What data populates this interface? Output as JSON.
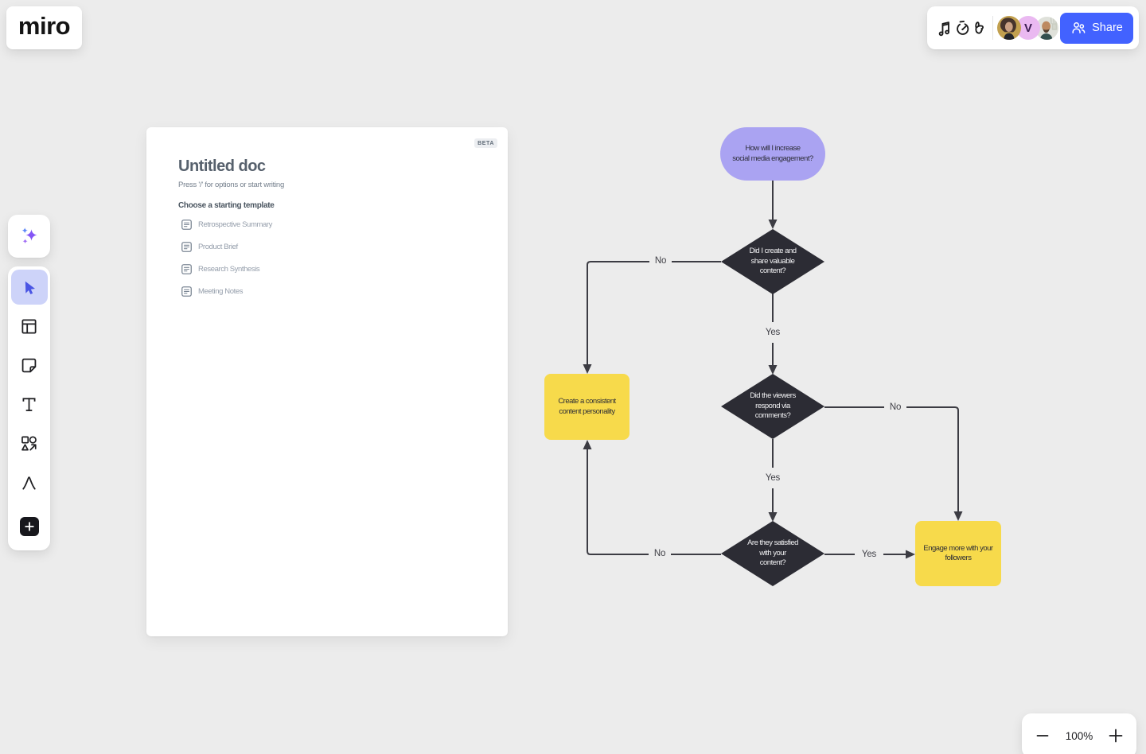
{
  "colors": {
    "canvas": "#ececec",
    "accent_blue": "#4262ff",
    "node_purple": "#aaa3f2",
    "node_dark": "#2c2c34",
    "node_yellow": "#f7da4b",
    "connector": "#3c3c43"
  },
  "header": {
    "logo": "miro",
    "doodle_icons": [
      "music-note",
      "timer",
      "thumbs-up"
    ],
    "collaborators": [
      {
        "type": "photo",
        "description": "woman with curly hair"
      },
      {
        "type": "initial",
        "initial": "V"
      },
      {
        "type": "photo",
        "description": "man with beard"
      }
    ],
    "share_button": "Share"
  },
  "toolbar": {
    "items": [
      "ai-assistant",
      "select",
      "frames",
      "sticky-note",
      "text",
      "shapes",
      "pen",
      "add-more"
    ],
    "active_item": "select"
  },
  "doc_panel": {
    "badge": "BETA",
    "title": "Untitled doc",
    "hint": "Press '/' for options or start writing",
    "templates_heading": "Choose a starting template",
    "templates": [
      {
        "label": "Retrospective Summary"
      },
      {
        "label": "Product Brief"
      },
      {
        "label": "Research Synthesis"
      },
      {
        "label": "Meeting Notes"
      }
    ]
  },
  "flowchart": {
    "nodes": [
      {
        "id": "start",
        "type": "terminator",
        "label": "How will I increase\nsocial media engagement?"
      },
      {
        "id": "decision-1",
        "type": "decision",
        "label": "Did I create and\nshare valuable\ncontent?"
      },
      {
        "id": "decision-2",
        "type": "decision",
        "label": "Did the viewers\nrespond via\ncomments?"
      },
      {
        "id": "decision-3",
        "type": "decision",
        "label": "Are they satisfied\nwith your\ncontent?"
      },
      {
        "id": "process-left",
        "type": "process",
        "label": "Create a consistent\ncontent personality"
      },
      {
        "id": "process-right",
        "type": "process",
        "label": "Engage more with your\nfollowers"
      }
    ],
    "edges": [
      {
        "from": "start",
        "to": "decision-1",
        "label": ""
      },
      {
        "from": "decision-1",
        "to": "process-left",
        "label": "No"
      },
      {
        "from": "decision-1",
        "to": "decision-2",
        "label": "Yes"
      },
      {
        "from": "decision-2",
        "to": "process-right",
        "label": "No"
      },
      {
        "from": "decision-2",
        "to": "decision-3",
        "label": "Yes"
      },
      {
        "from": "decision-3",
        "to": "process-left",
        "label": "No"
      },
      {
        "from": "decision-3",
        "to": "process-right",
        "label": "Yes"
      }
    ]
  },
  "zoom_controls": {
    "zoom_level": "100%"
  }
}
